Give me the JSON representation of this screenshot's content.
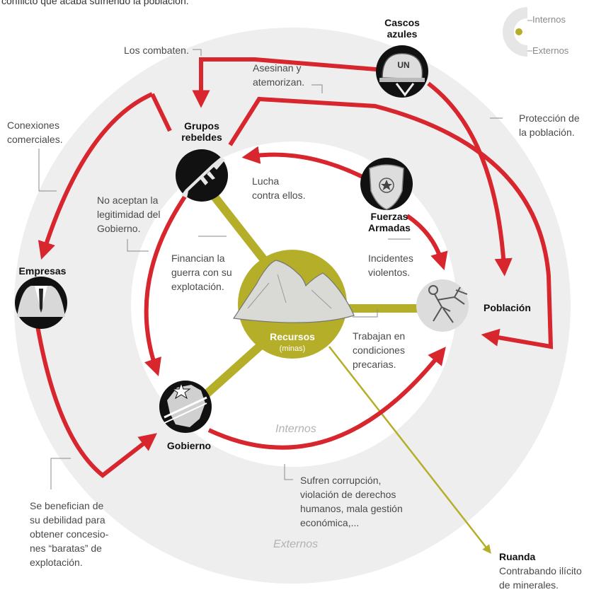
{
  "intro_text": "conflicto que acaba sufriendo la población.",
  "legend": {
    "inner": "Internos",
    "outer": "Externos"
  },
  "zones": {
    "inner": "Internos",
    "outer": "Externos"
  },
  "colors": {
    "conflict_arrow": "#d7262e",
    "resource_link": "#b5ae29",
    "outer_ring": "#eeeeee",
    "inner_disc": "#ffffff",
    "node_fill": "#111111"
  },
  "nodes": {
    "cascos_azules": {
      "label": "Cascos\nazules",
      "icon": "un-helmet-icon"
    },
    "grupos_rebeldes": {
      "label": "Grupos\nrebeldes",
      "icon": "rifle-icon"
    },
    "fuerzas_armadas": {
      "label": "Fuerzas\nArmadas",
      "icon": "police-badge-icon"
    },
    "empresas": {
      "label": "Empresas",
      "icon": "business-suit-icon"
    },
    "gobierno": {
      "label": "Gobierno",
      "icon": "country-map-star-icon"
    },
    "poblacion": {
      "label": "Población",
      "icon": "miner-worker-icon"
    },
    "recursos": {
      "label": "Recursos",
      "sublabel": "(minas)",
      "icon": "mineral-mountain-icon"
    },
    "ruanda": {
      "label": "Ruanda",
      "description": "Contrabando ilícito\nde minerales."
    }
  },
  "annotations": {
    "los_combaten": "Los combaten.",
    "asesinan": "Asesinan y\natemorizan.",
    "proteccion": "Protección de\nla población.",
    "conexiones": "Conexiones\ncomerciales.",
    "lucha": "Lucha\ncontra ellos.",
    "no_aceptan": "No aceptan la\nlegitimidad del\nGobierno.",
    "incidentes": "Incidentes\nviolentos.",
    "financian": "Financian la\nguerra con su\nexplotación.",
    "trabajan": "Trabajan en\ncondiciones\nprecarias.",
    "sufren": "Sufren corrupción,\nviolación de derechos\nhumanos, mala gestión\neconómica,...",
    "se_benefician": "Se benefician de\nsu debilidad para\nobtener concesio-\nnes “baratas” de\nexplotación."
  }
}
